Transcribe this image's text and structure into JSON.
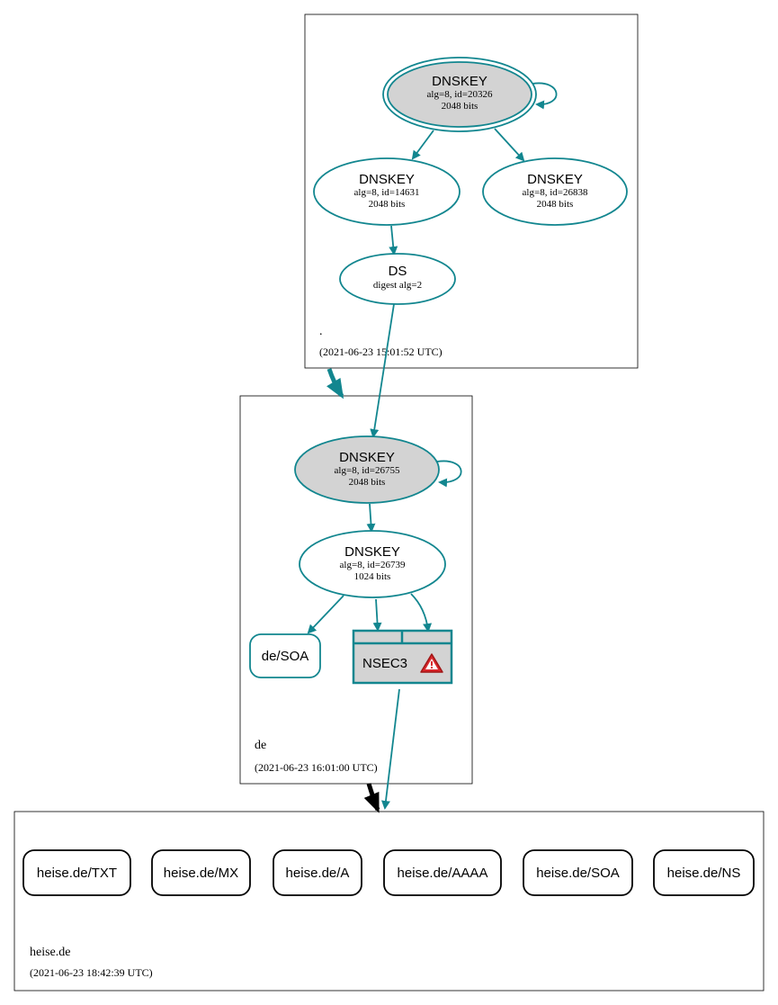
{
  "colors": {
    "accent": "#12868f",
    "node_fill_gray": "#d3d3d3",
    "warning_red": "#d9262b",
    "delegation_black": "#000000"
  },
  "zones": {
    "root": {
      "name": ".",
      "timestamp": "(2021-06-23 15:01:52 UTC)"
    },
    "de": {
      "name": "de",
      "timestamp": "(2021-06-23 16:01:00 UTC)"
    },
    "heise": {
      "name": "heise.de",
      "timestamp": "(2021-06-23 18:42:39 UTC)"
    }
  },
  "nodes": {
    "root_ksk": {
      "type": "DNSKEY",
      "line1": "alg=8, id=20326",
      "line2": "2048 bits"
    },
    "root_zsk1": {
      "type": "DNSKEY",
      "line1": "alg=8, id=14631",
      "line2": "2048 bits"
    },
    "root_zsk2": {
      "type": "DNSKEY",
      "line1": "alg=8, id=26838",
      "line2": "2048 bits"
    },
    "root_ds": {
      "type": "DS",
      "line1": "digest alg=2"
    },
    "de_ksk": {
      "type": "DNSKEY",
      "line1": "alg=8, id=26755",
      "line2": "2048 bits"
    },
    "de_zsk": {
      "type": "DNSKEY",
      "line1": "alg=8, id=26739",
      "line2": "1024 bits"
    },
    "de_soa": {
      "label": "de/SOA"
    },
    "de_nsec3": {
      "label": "NSEC3",
      "icon": "warning-icon"
    }
  },
  "records": [
    {
      "label": "heise.de/TXT"
    },
    {
      "label": "heise.de/MX"
    },
    {
      "label": "heise.de/A"
    },
    {
      "label": "heise.de/AAAA"
    },
    {
      "label": "heise.de/SOA"
    },
    {
      "label": "heise.de/NS"
    }
  ]
}
